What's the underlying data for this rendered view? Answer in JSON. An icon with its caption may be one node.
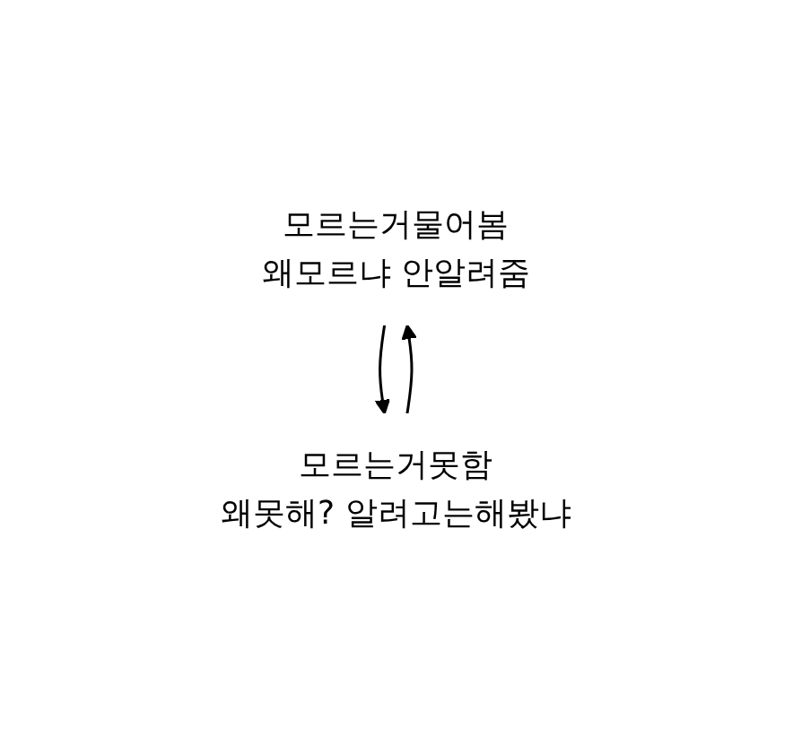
{
  "diagram": {
    "nodes": [
      {
        "text": [
          "모르는거물어봄",
          "왜모르냐  안알려줌"
        ]
      },
      {
        "text": [
          "모르는거못함",
          "왜못해? 알려고는해봤냐"
        ]
      }
    ],
    "edges": [
      {
        "from": 0,
        "to": 1,
        "arrow": "to"
      },
      {
        "from": 1,
        "to": 0,
        "arrow": "to"
      }
    ]
  }
}
